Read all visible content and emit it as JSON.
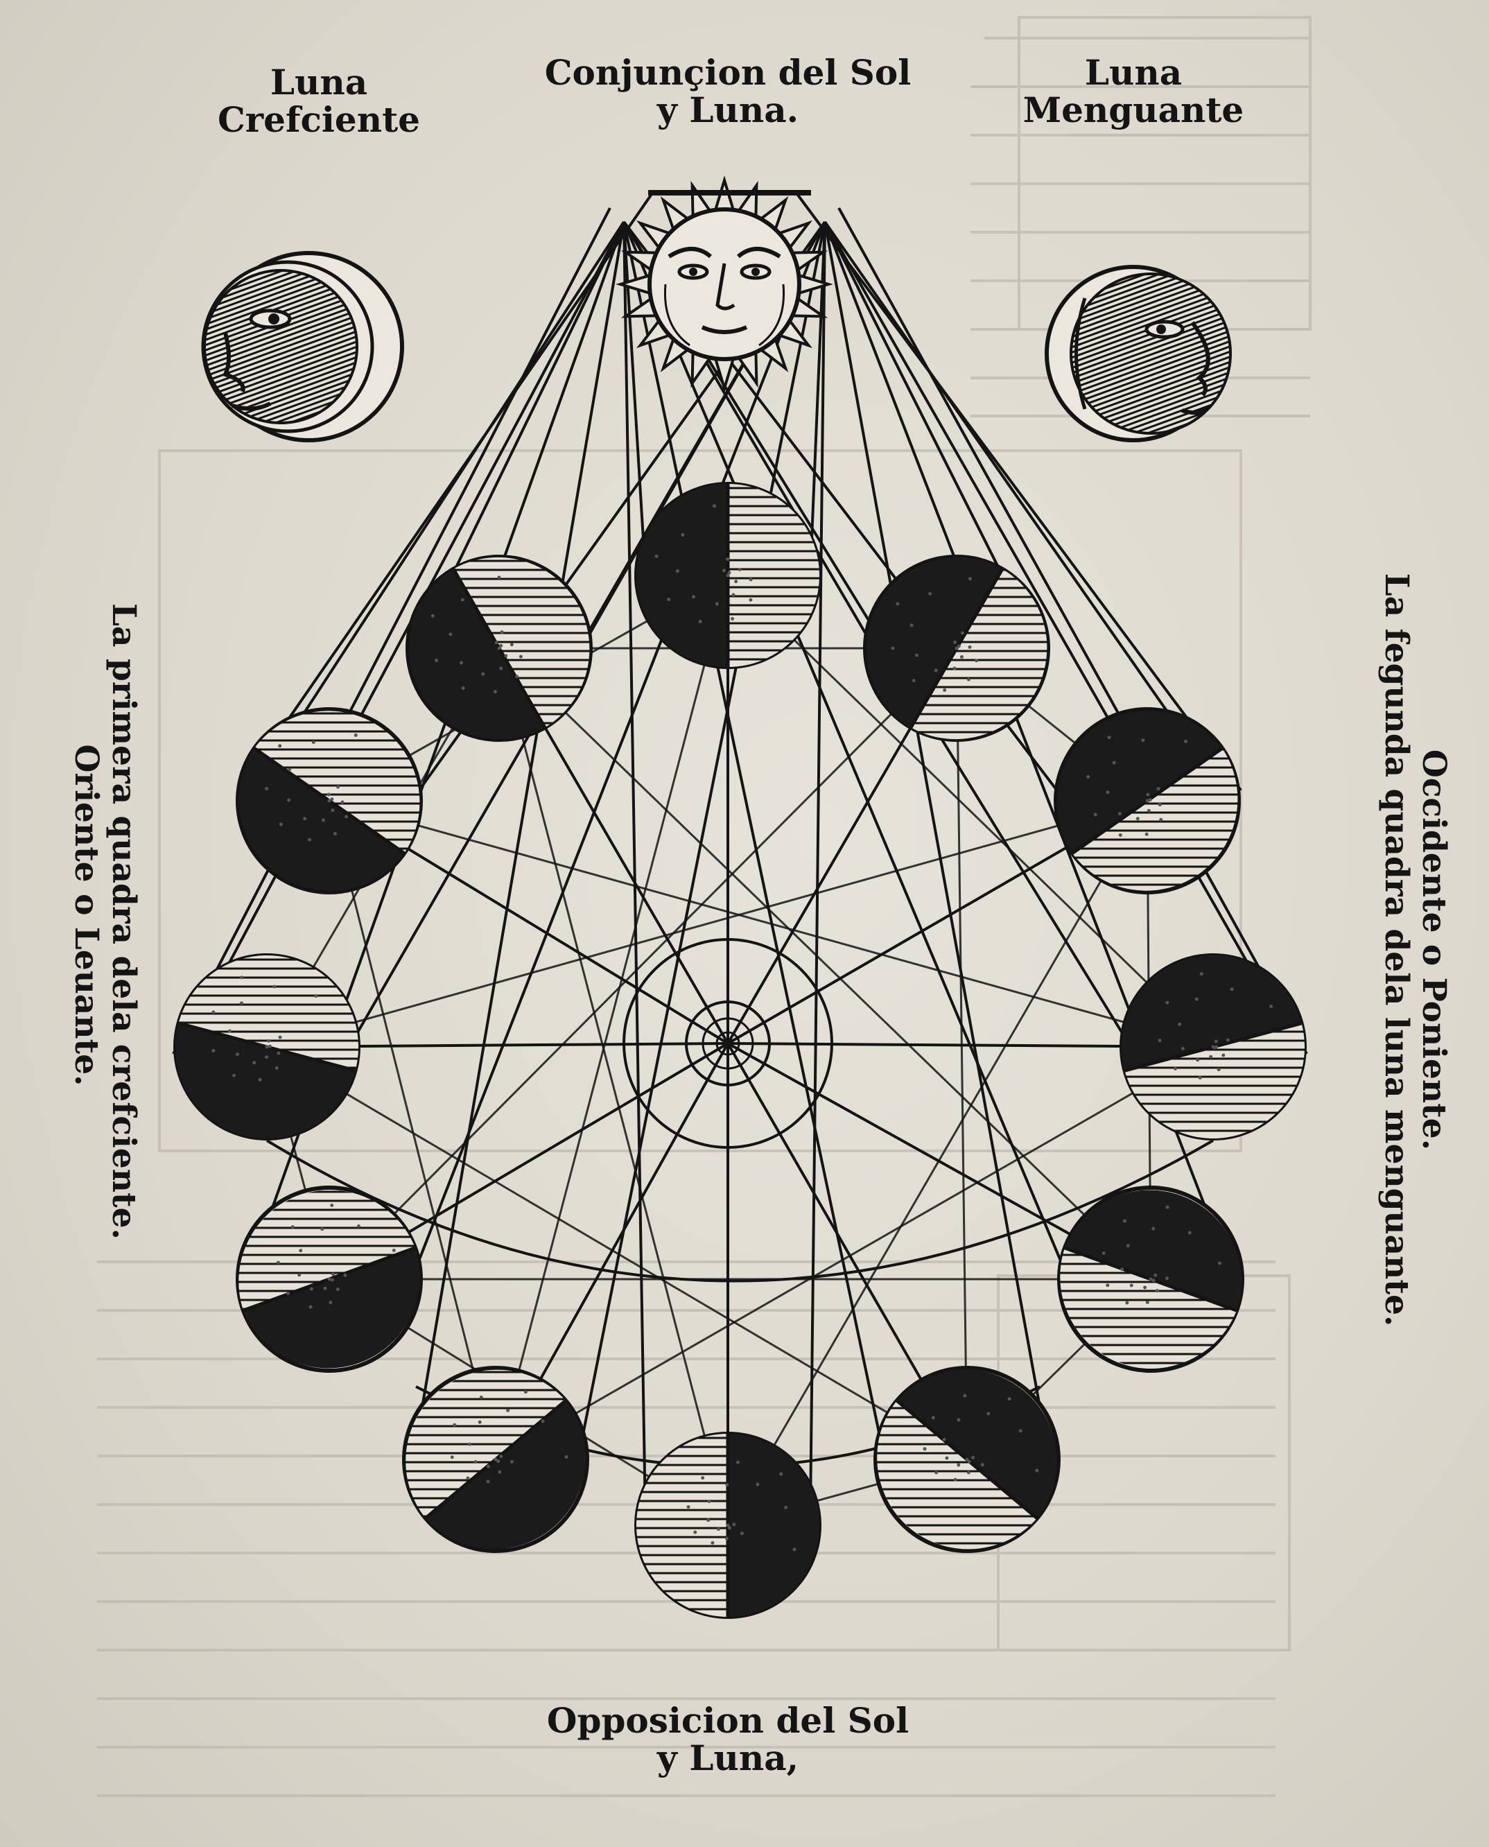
{
  "labels": {
    "crescent_line1": "Luna",
    "crescent_line2": "Crefciente",
    "conjunction_line1": "Conjunçion del Sol",
    "conjunction_line2": "y Luna.",
    "waning_line1": "Luna",
    "waning_line2": "Menguante",
    "left_line1": "La primera quadra dela crefciente.",
    "left_line2": "Oriente o Leuante.",
    "right_line1": "Occidente o Poniente.",
    "right_line2": "La fegunda quadra dela luna menguante.",
    "opposition_line1": "Opposicion del Sol",
    "opposition_line2": "y Luna,"
  },
  "colors": {
    "ink": "#141414",
    "paper": "#dcd9cf",
    "show_through": "#b9b5aa"
  },
  "icons": {
    "sun": "sun-face-icon",
    "crescent": "crescent-moon-face-icon",
    "waning": "waning-moon-face-icon",
    "earth": "earth-icon"
  }
}
